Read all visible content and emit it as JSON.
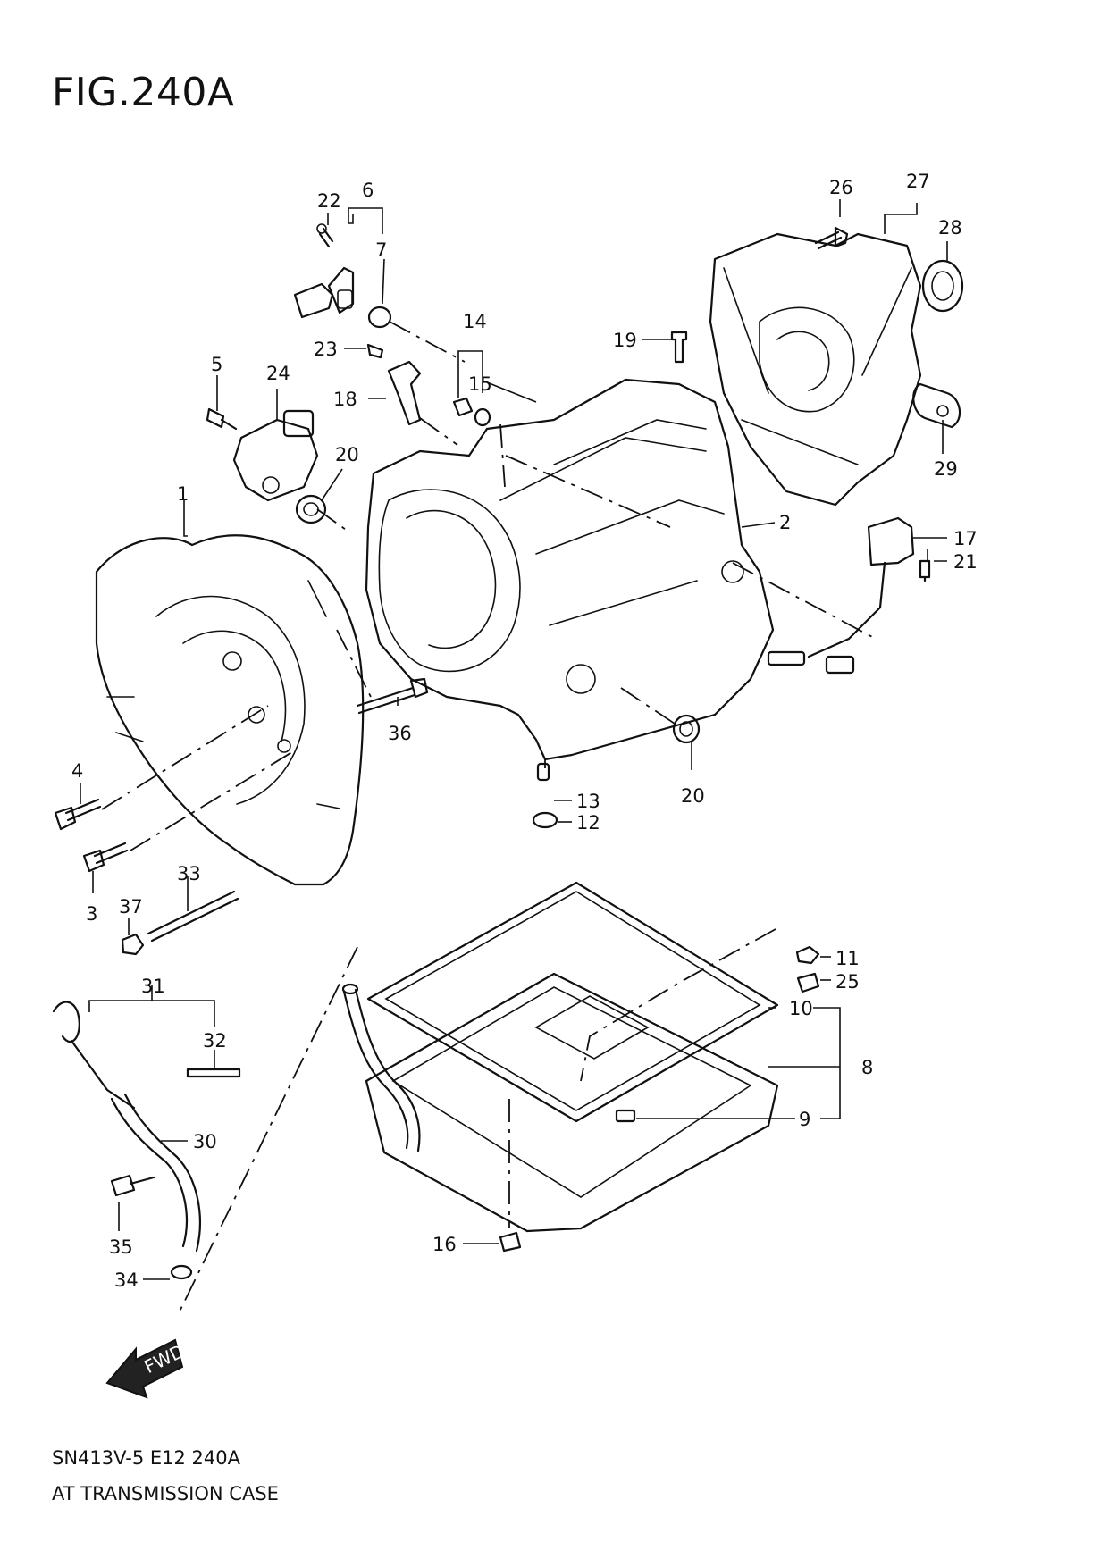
{
  "figure": {
    "title": "FIG.240A",
    "code": "SN413V-5 E12 240A",
    "name": "AT TRANSMISSION CASE",
    "direction_label": "FWD"
  },
  "callouts": [
    {
      "id": "c1",
      "num": "1"
    },
    {
      "id": "c2",
      "num": "2"
    },
    {
      "id": "c3",
      "num": "3"
    },
    {
      "id": "c4",
      "num": "4"
    },
    {
      "id": "c5",
      "num": "5"
    },
    {
      "id": "c6",
      "num": "6"
    },
    {
      "id": "c7",
      "num": "7"
    },
    {
      "id": "c8",
      "num": "8"
    },
    {
      "id": "c9",
      "num": "9"
    },
    {
      "id": "c10",
      "num": "10"
    },
    {
      "id": "c11",
      "num": "11"
    },
    {
      "id": "c12",
      "num": "12"
    },
    {
      "id": "c13",
      "num": "13"
    },
    {
      "id": "c14",
      "num": "14"
    },
    {
      "id": "c15",
      "num": "15"
    },
    {
      "id": "c16",
      "num": "16"
    },
    {
      "id": "c17",
      "num": "17"
    },
    {
      "id": "c18",
      "num": "18"
    },
    {
      "id": "c19",
      "num": "19"
    },
    {
      "id": "c20a",
      "num": "20"
    },
    {
      "id": "c20b",
      "num": "20"
    },
    {
      "id": "c21",
      "num": "21"
    },
    {
      "id": "c22",
      "num": "22"
    },
    {
      "id": "c23",
      "num": "23"
    },
    {
      "id": "c24",
      "num": "24"
    },
    {
      "id": "c25",
      "num": "25"
    },
    {
      "id": "c26",
      "num": "26"
    },
    {
      "id": "c27",
      "num": "27"
    },
    {
      "id": "c28",
      "num": "28"
    },
    {
      "id": "c29",
      "num": "29"
    },
    {
      "id": "c30",
      "num": "30"
    },
    {
      "id": "c31",
      "num": "31"
    },
    {
      "id": "c32",
      "num": "32"
    },
    {
      "id": "c33",
      "num": "33"
    },
    {
      "id": "c34",
      "num": "34"
    },
    {
      "id": "c35",
      "num": "35"
    },
    {
      "id": "c36",
      "num": "36"
    },
    {
      "id": "c37",
      "num": "37"
    }
  ]
}
